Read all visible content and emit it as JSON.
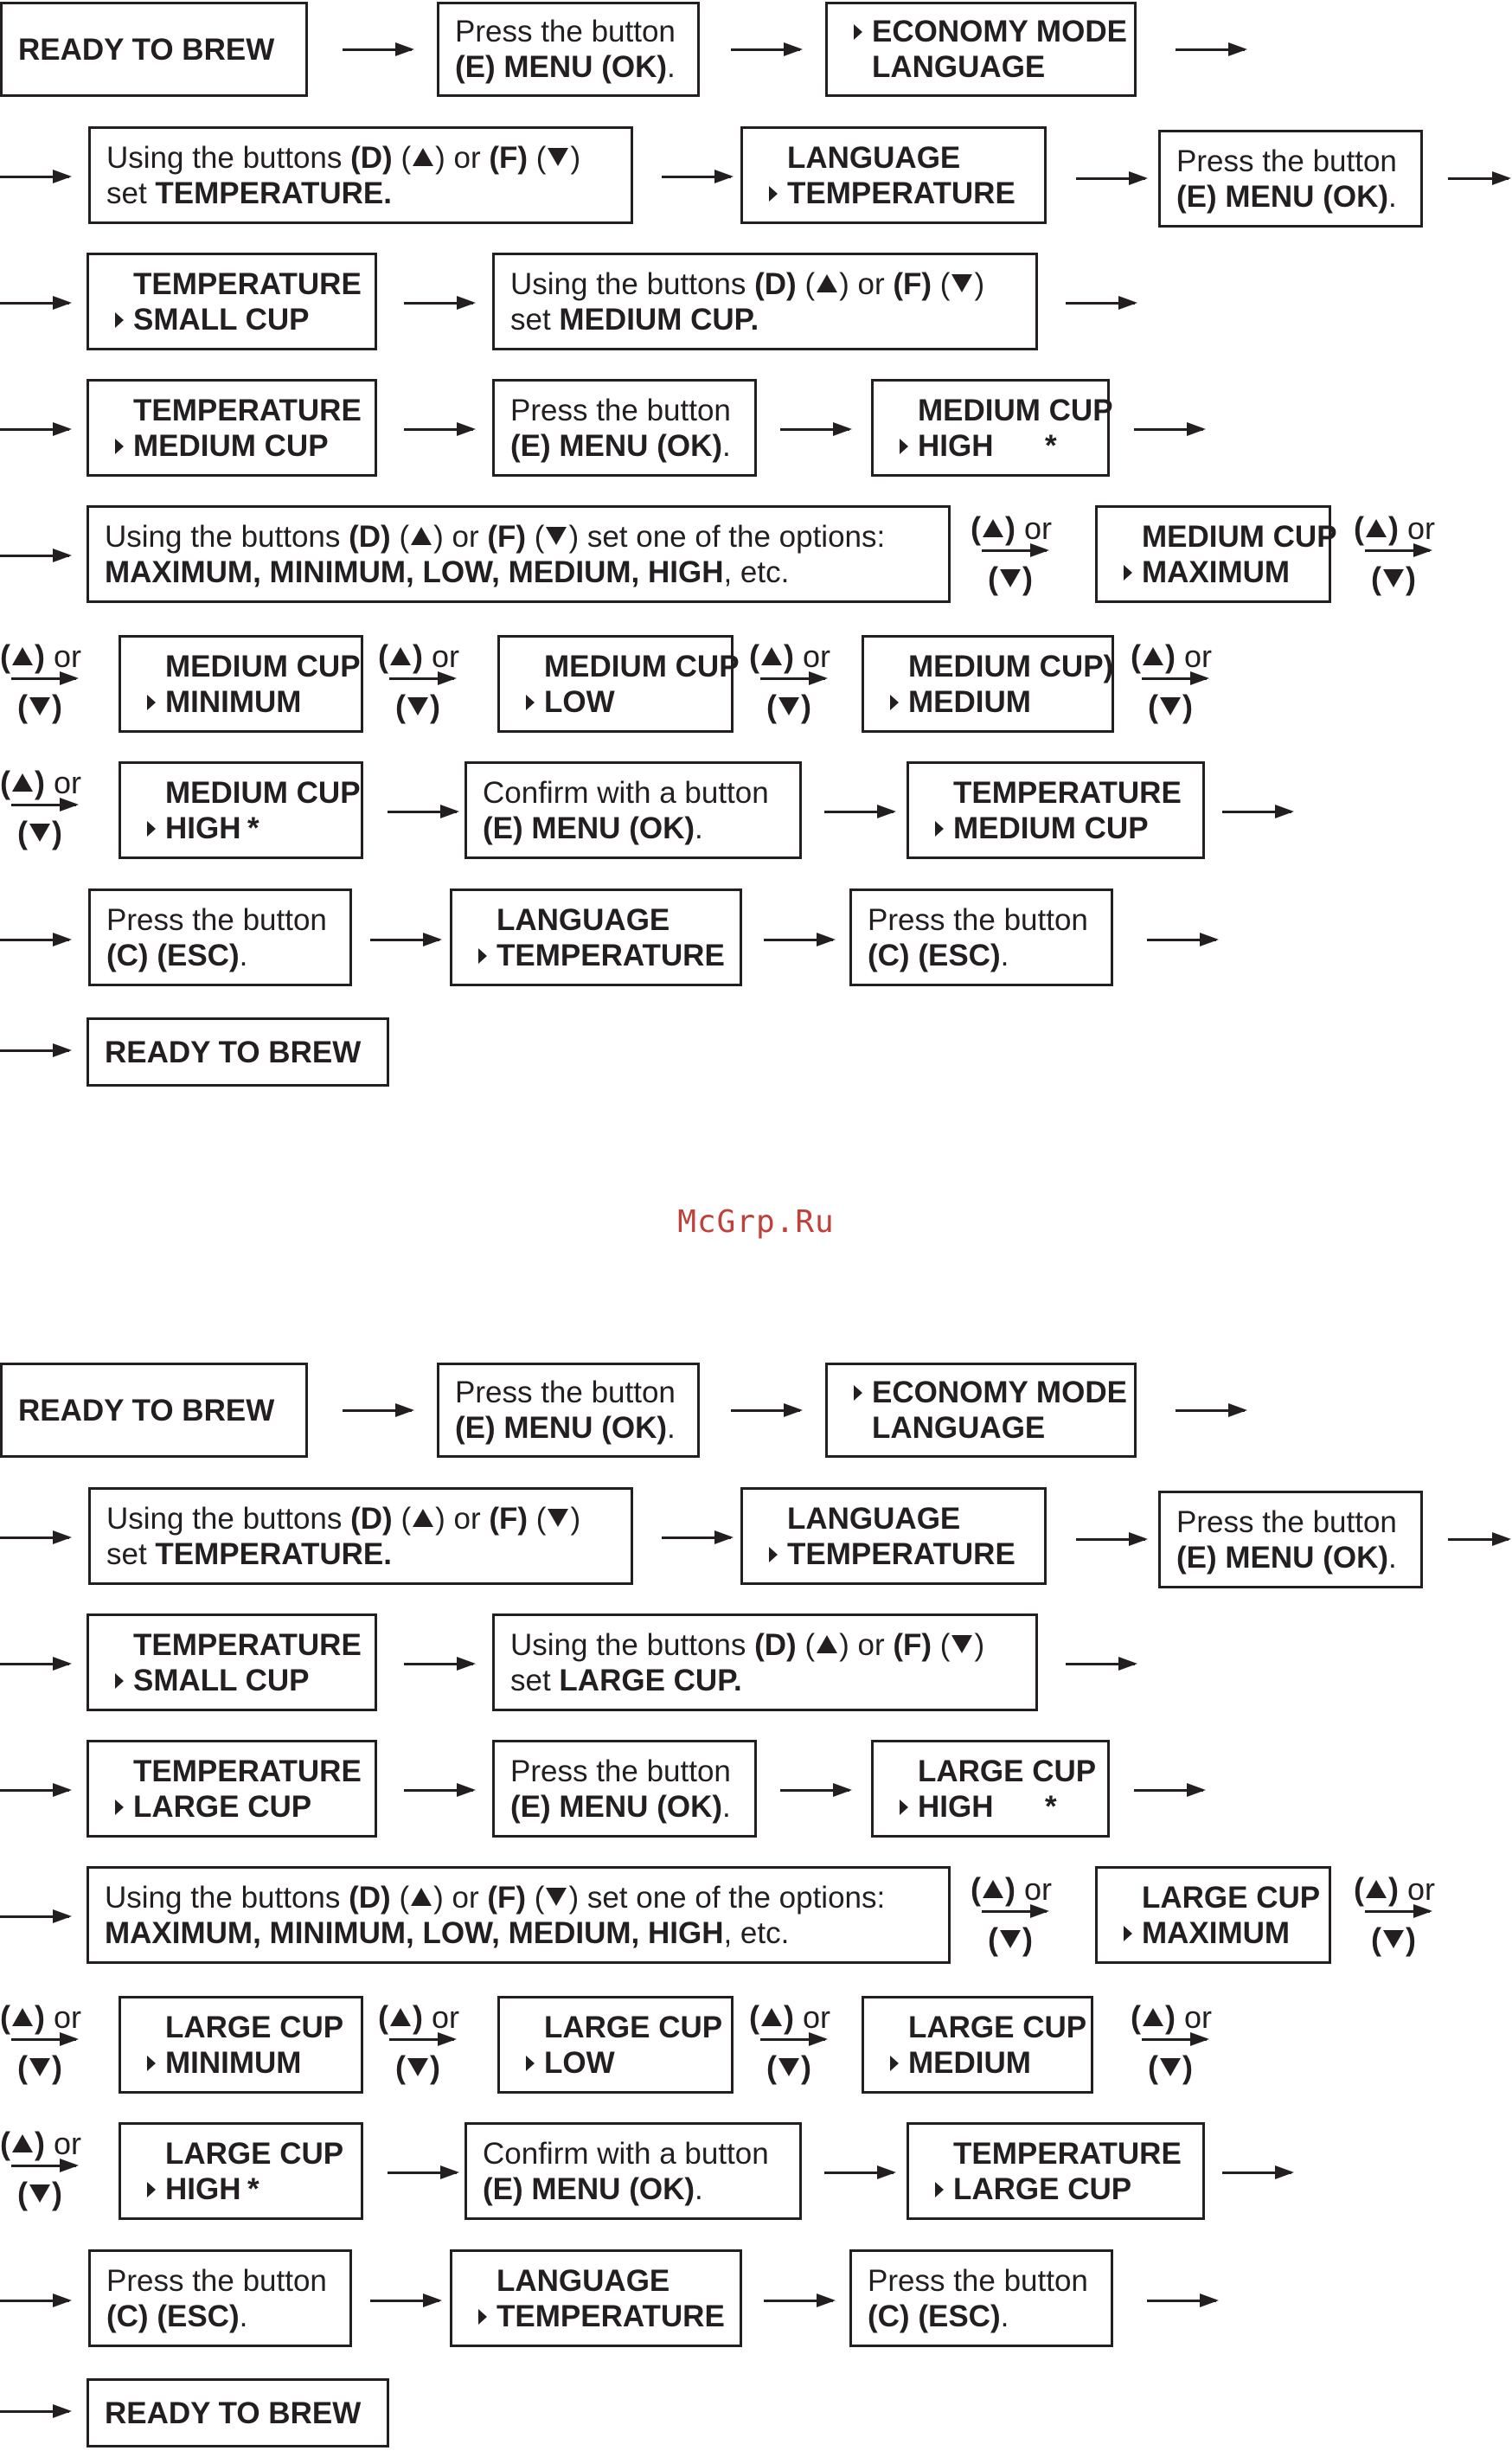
{
  "watermark": "McGrp.Ru",
  "colors": {
    "ink": "#231f20",
    "watermark": "#c0403a",
    "background": "#ffffff"
  },
  "glyphs": {
    "or": "or",
    "open_paren": "(",
    "close_paren": ")",
    "up_arrow": "▲",
    "down_arrow": "▼",
    "star": "*"
  },
  "flows": [
    {
      "cup": "MEDIUM CUP",
      "steps": {
        "ready": [
          "READY TO BREW"
        ],
        "press_ok_1": [
          "Press the button",
          "(E) MENU (OK)."
        ],
        "disp_economy": [
          "ECONOMY MODE",
          "LANGUAGE"
        ],
        "instr_temperature": [
          "Using the buttons (D) (▲) or (F) (▼)",
          "set TEMPERATURE."
        ],
        "disp_lang_temp_1": [
          "LANGUAGE",
          "TEMPERATURE"
        ],
        "press_ok_2": [
          "Press the button",
          "(E) MENU (OK)."
        ],
        "disp_temp_small": [
          "TEMPERATURE",
          "SMALL CUP"
        ],
        "instr_cup": [
          "Using the buttons (D) (▲) or (F) (▼)",
          "set MEDIUM CUP."
        ],
        "disp_temp_cup": [
          "TEMPERATURE",
          "MEDIUM CUP"
        ],
        "press_ok_3": [
          "Press the button",
          "(E) MENU (OK)."
        ],
        "disp_cup_high_1": [
          "MEDIUM CUP",
          "HIGH"
        ],
        "instr_options": [
          "Using the buttons (D) (▲)  or (F) (▼)  set one of the options:",
          "MAXIMUM, MINIMUM, LOW, MEDIUM, HIGH, etc."
        ],
        "disp_cup_maximum": [
          "MEDIUM CUP",
          "MAXIMUM"
        ],
        "disp_cup_minimum": [
          "MEDIUM CUP",
          "MINIMUM"
        ],
        "disp_cup_low": [
          "MEDIUM CUP",
          "LOW"
        ],
        "disp_cup_medium": [
          "MEDIUM CUP)",
          "MEDIUM"
        ],
        "disp_cup_high_2": [
          "MEDIUM CUP",
          "HIGH"
        ],
        "confirm_ok": [
          "Confirm with a button",
          "(E) MENU (OK)."
        ],
        "disp_temp_cup_2": [
          "TEMPERATURE",
          "MEDIUM CUP"
        ],
        "press_esc_1": [
          "Press the button",
          "(C) (ESC)."
        ],
        "disp_lang_temp_2": [
          "LANGUAGE",
          "TEMPERATURE"
        ],
        "press_esc_2": [
          "Press the button",
          "(C) (ESC)."
        ],
        "ready_end": [
          "READY TO BREW"
        ]
      }
    },
    {
      "cup": "LARGE CUP",
      "steps": {
        "ready": [
          "READY TO BREW"
        ],
        "press_ok_1": [
          "Press the button",
          "(E) MENU (OK)."
        ],
        "disp_economy": [
          "ECONOMY MODE",
          "LANGUAGE"
        ],
        "instr_temperature": [
          "Using the buttons (D) (▲) or (F) (▼)",
          "set TEMPERATURE."
        ],
        "disp_lang_temp_1": [
          "LANGUAGE",
          "TEMPERATURE"
        ],
        "press_ok_2": [
          "Press the button",
          "(E) MENU (OK)."
        ],
        "disp_temp_small": [
          "TEMPERATURE",
          "SMALL CUP"
        ],
        "instr_cup": [
          "Using the buttons (D) (▲) or (F) (▼)",
          "set LARGE CUP."
        ],
        "disp_temp_cup": [
          "TEMPERATURE",
          "LARGE CUP"
        ],
        "press_ok_3": [
          "Press the button",
          "(E) MENU (OK)."
        ],
        "disp_cup_high_1": [
          "LARGE CUP",
          "HIGH"
        ],
        "instr_options": [
          "Using the buttons (D) (▲)  or (F) (▼)  set one of the options:",
          "MAXIMUM, MINIMUM, LOW, MEDIUM, HIGH, etc."
        ],
        "disp_cup_maximum": [
          "LARGE CUP",
          "MAXIMUM"
        ],
        "disp_cup_minimum": [
          "LARGE CUP",
          "MINIMUM"
        ],
        "disp_cup_low": [
          "LARGE CUP",
          "LOW"
        ],
        "disp_cup_medium": [
          "LARGE CUP",
          "MEDIUM"
        ],
        "disp_cup_high_2": [
          "LARGE CUP",
          "HIGH"
        ],
        "confirm_ok": [
          "Confirm with a button",
          "(E) MENU (OK)."
        ],
        "disp_temp_cup_2": [
          "TEMPERATURE",
          "LARGE CUP"
        ],
        "press_esc_1": [
          "Press the button",
          "(C) (ESC)."
        ],
        "disp_lang_temp_2": [
          "LANGUAGE",
          "TEMPERATURE"
        ],
        "press_esc_2": [
          "Press the button",
          "(C) (ESC)."
        ],
        "ready_end": [
          "READY TO BREW"
        ]
      }
    }
  ]
}
